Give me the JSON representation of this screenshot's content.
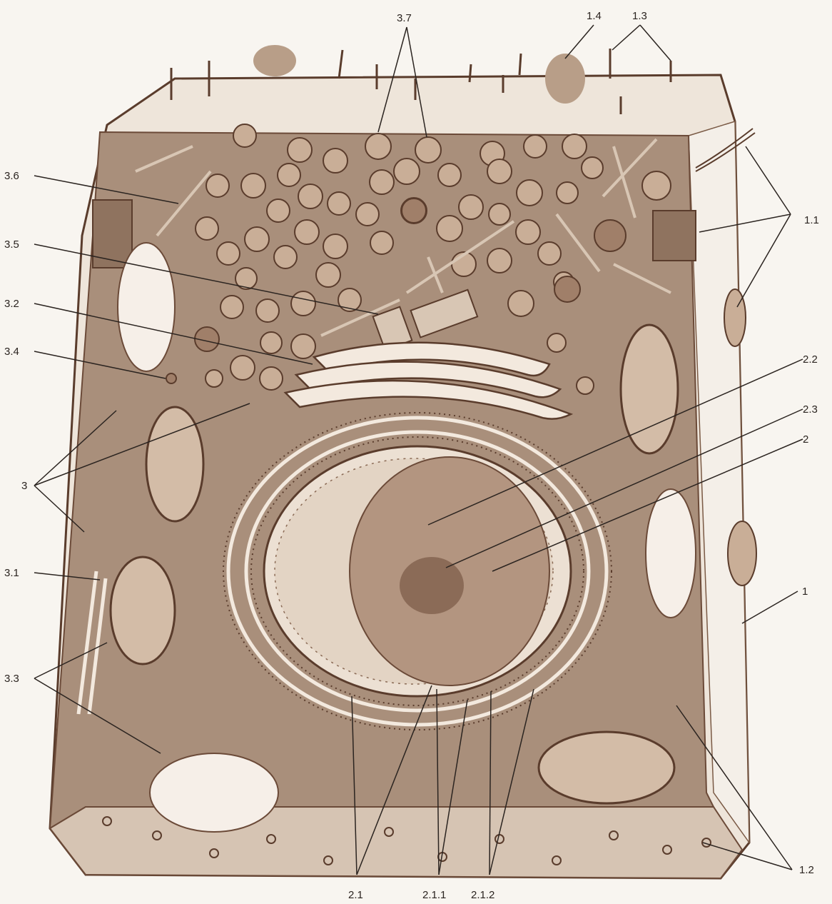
{
  "colors": {
    "background": "#f8f5f0",
    "membrane_outer": "#e9dfd3",
    "cytoplasm": "#a98f7b",
    "ink": "#5a3c2c",
    "organelle": "#c9ae97",
    "vacuole": "#f6efe8"
  },
  "labels": {
    "l_3_7": "3.7",
    "l_1_4": "1.4",
    "l_1_3": "1.3",
    "l_3_6": "3.6",
    "l_1_1": "1.1",
    "l_3_5": "3.5",
    "l_3_2": "3.2",
    "l_3_4": "3.4",
    "l_2_2": "2.2",
    "l_2_3": "2.3",
    "l_2": "2",
    "l_3": "3",
    "l_3_1": "3.1",
    "l_1": "1",
    "l_3_3": "3.3",
    "l_1_2": "1.2",
    "l_2_1": "2.1",
    "l_2_1_1": "2.1.1",
    "l_2_1_2": "2.1.2"
  }
}
